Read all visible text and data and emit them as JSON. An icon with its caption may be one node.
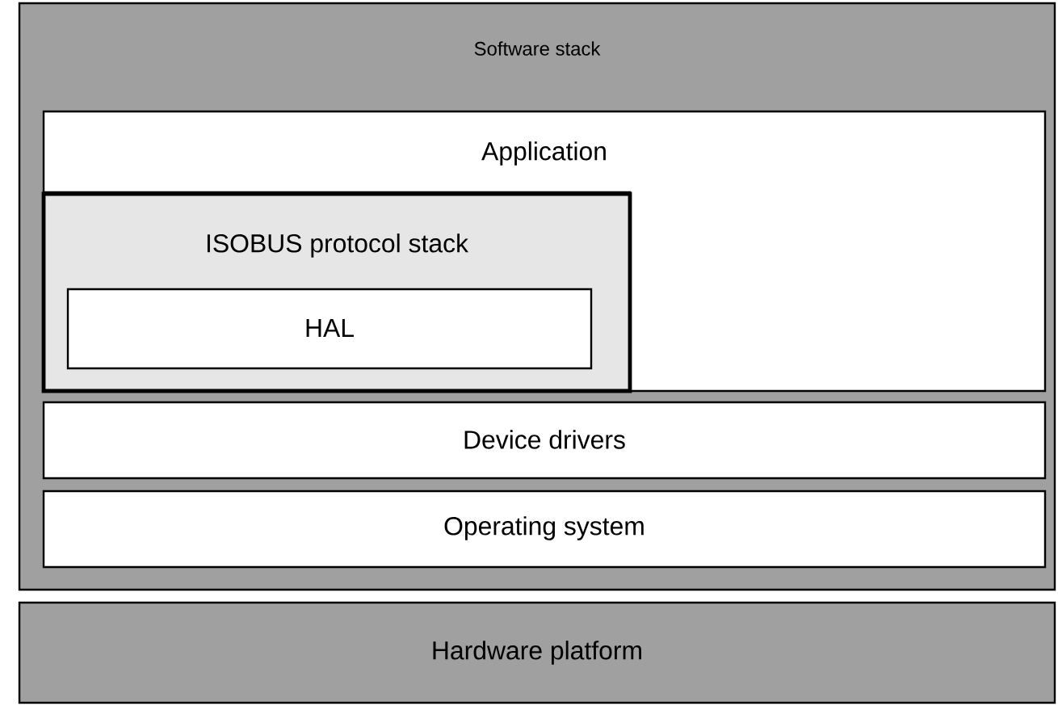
{
  "diagram": {
    "nodes": [
      {
        "text": [
          "Software stack"
        ]
      },
      {
        "text": [
          "Application"
        ],
        "in": 0
      },
      {
        "text": [
          "ISOBUS protocol stack"
        ],
        "in": 0
      },
      {
        "text": [
          "HAL"
        ],
        "in": 2
      },
      {
        "text": [
          "Device drivers"
        ],
        "in": 0
      },
      {
        "text": [
          "Operating system"
        ],
        "in": 0
      },
      {
        "text": [
          "Hardware platform"
        ]
      }
    ]
  }
}
